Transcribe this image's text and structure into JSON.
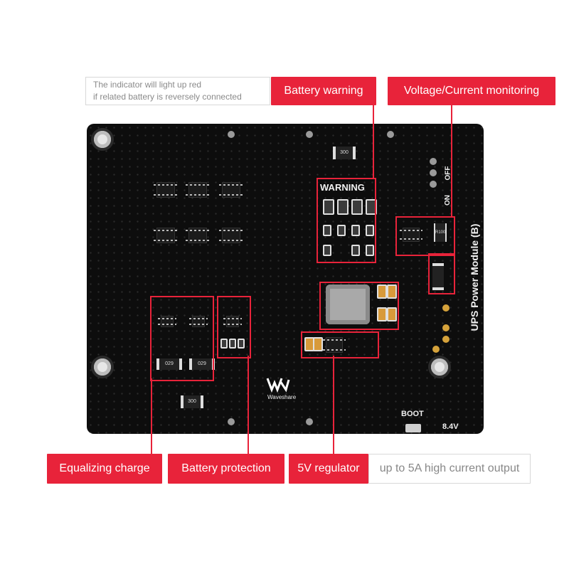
{
  "callouts": {
    "battery_warning": "Battery warning",
    "voltage_current": "Voltage/Current monitoring",
    "equalizing": "Equalizing charge",
    "protection": "Battery protection",
    "regulator": "5V regulator"
  },
  "notes": {
    "indicator_line1": "The indicator will light up red",
    "indicator_line2": "if related battery is reversely connected",
    "current_output": "up to 5A high current output"
  },
  "board_text": {
    "warning": "WARNING",
    "module_name": "UPS Power Module (B)",
    "on": "ON",
    "off": "OFF",
    "boot": "BOOT",
    "voltage": "8.4V",
    "brand": "Waveshare",
    "res_300_a": "300",
    "res_300_b": "300",
    "res_029_a": "029",
    "res_029_b": "029",
    "res_r100": "R100"
  },
  "colors": {
    "accent": "#e8233a",
    "board": "#0d0d0d"
  }
}
